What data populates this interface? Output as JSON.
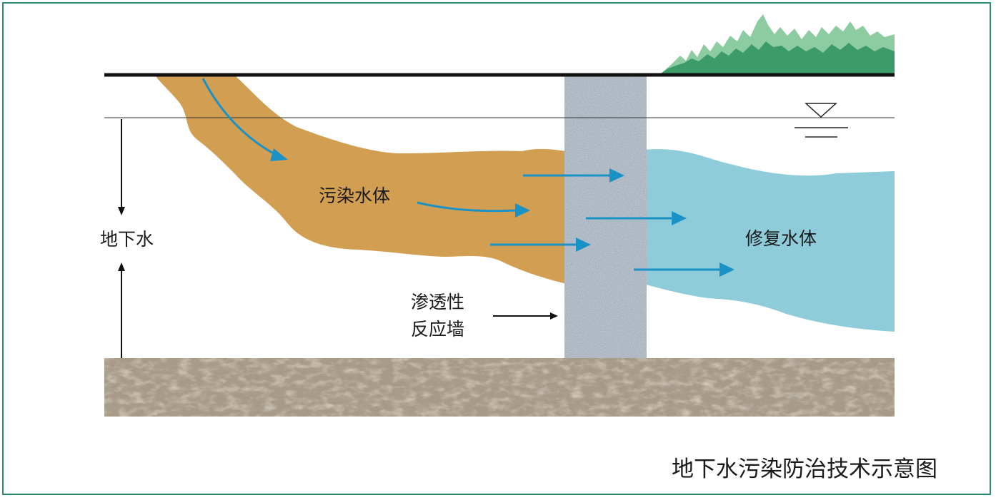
{
  "diagram": {
    "caption": "地下水污染防治技术示意图",
    "labels": {
      "contaminated_water": "污染水体",
      "remediated_water": "修复水体",
      "groundwater": "地下水",
      "prb_line1": "渗透性",
      "prb_line2": "反应墙"
    },
    "colors": {
      "frame": "#2e8b6e",
      "contaminated_plume": "#d29f52",
      "remediated_plume": "#8dccd8",
      "flow_arrow": "#1b92c6",
      "barrier_wall": "#a9b4bf",
      "bedrock": "#a79a86",
      "trees_dark": "#3c9b68",
      "trees_light": "#8ccca0",
      "ground_line": "#111111"
    },
    "icons": [
      "water-table-symbol-icon",
      "tree-line-icon"
    ]
  }
}
